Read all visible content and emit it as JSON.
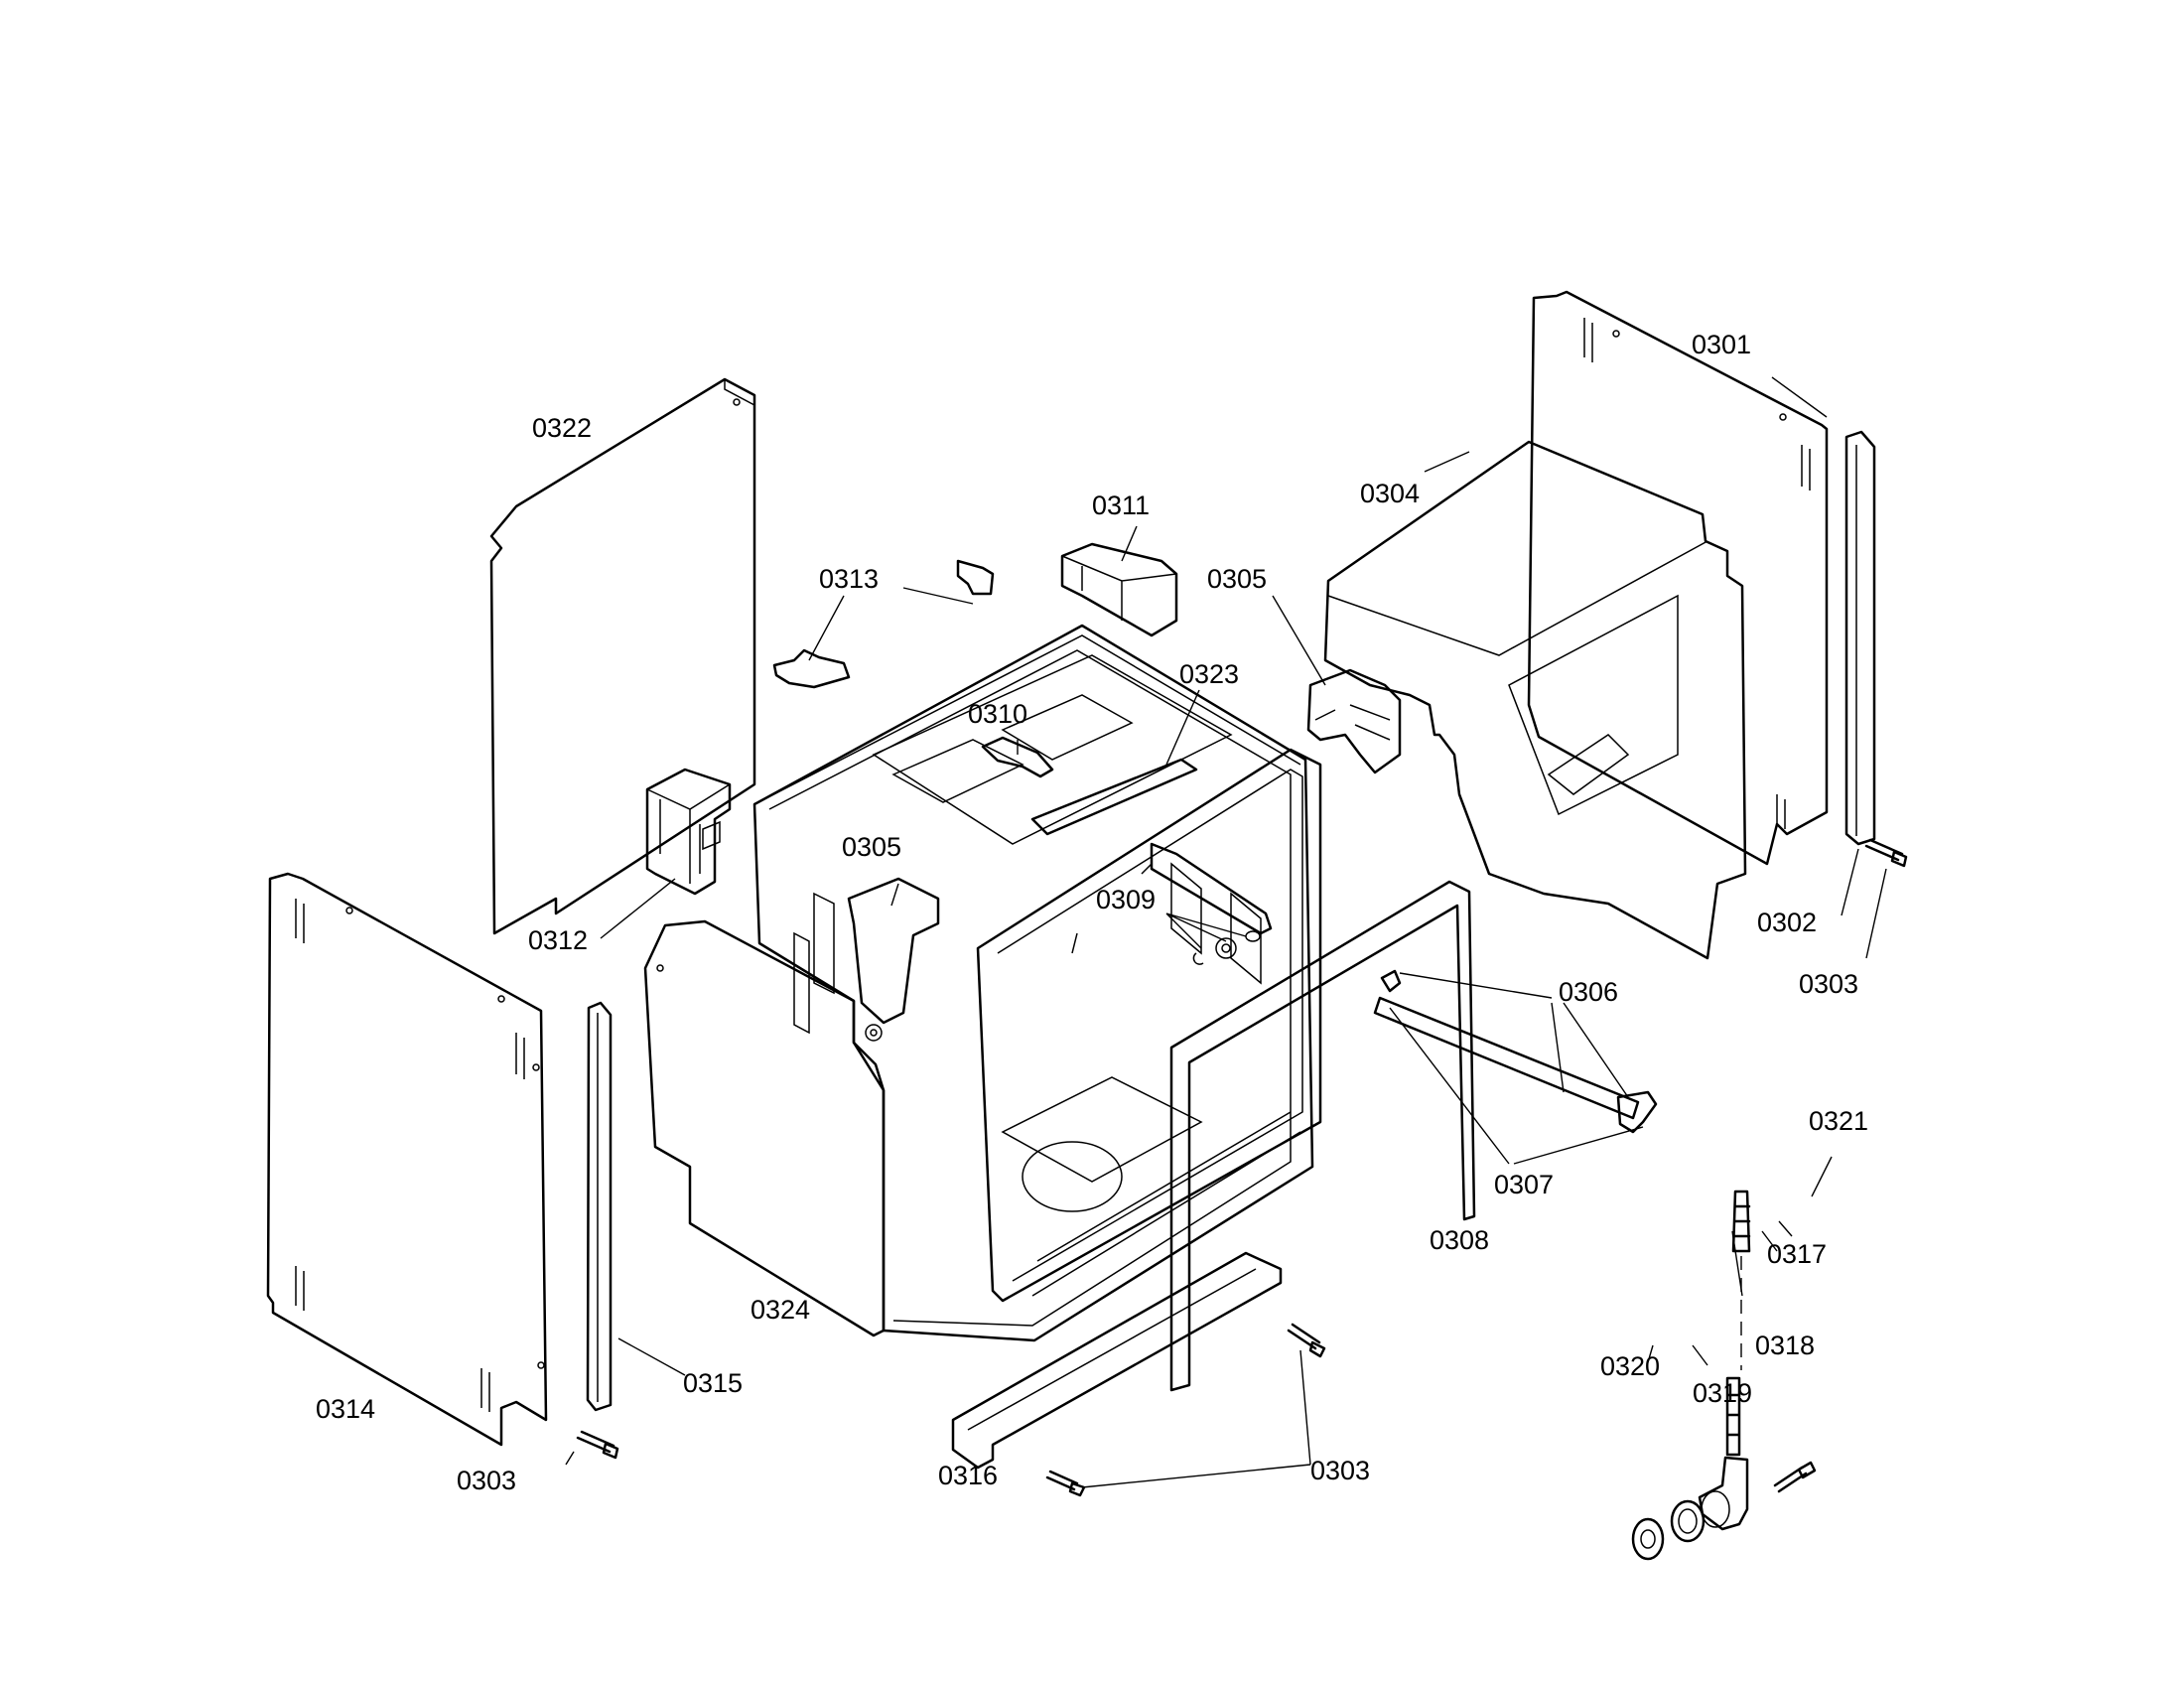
{
  "diagram": {
    "callouts": {
      "p0301": "0301",
      "p0302": "0302",
      "p0303_right": "0303",
      "p0303_left": "0303",
      "p0303_bottom": "0303",
      "p0304": "0304",
      "p0305_upper": "0305",
      "p0305_lower": "0305",
      "p0306": "0306",
      "p0307": "0307",
      "p0308": "0308",
      "p0309": "0309",
      "p0310": "0310",
      "p0311": "0311",
      "p0312": "0312",
      "p0313": "0313",
      "p0314": "0314",
      "p0315": "0315",
      "p0316": "0316",
      "p0317": "0317",
      "p0318": "0318",
      "p0319": "0319",
      "p0320": "0320",
      "p0321": "0321",
      "p0322": "0322",
      "p0323": "0323",
      "p0324": "0324"
    }
  }
}
